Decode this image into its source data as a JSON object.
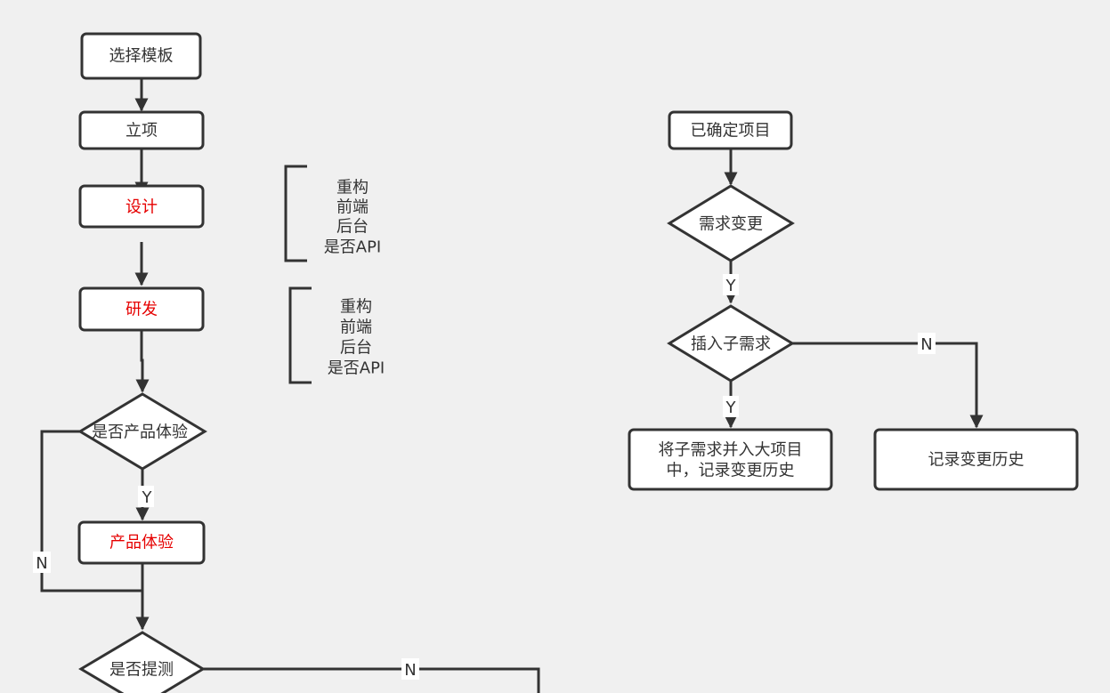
{
  "nodes": {
    "select_template": "选择模板",
    "initiation": "立项",
    "design": "设计",
    "development": "研发",
    "is_product_experience": "是否产品体验",
    "product_experience": "产品体验",
    "is_test_submission": "是否提测",
    "project_confirmed": "已确定项目",
    "requirement_change": "需求变更",
    "insert_sub_requirement": "插入子需求",
    "merge_line1": "将子需求并入大项目",
    "merge_line2": "中，记录变更历史",
    "record_history": "记录变更历史"
  },
  "notes": {
    "design": [
      "重构",
      "前端",
      "后台",
      "是否API"
    ],
    "development": [
      "重构",
      "前端",
      "后台",
      "是否API"
    ]
  },
  "labels": {
    "yes": "Y",
    "no": "N"
  },
  "colors": {
    "stroke": "#333333",
    "highlight_text": "#e60000",
    "background": "#f0f0f0"
  }
}
